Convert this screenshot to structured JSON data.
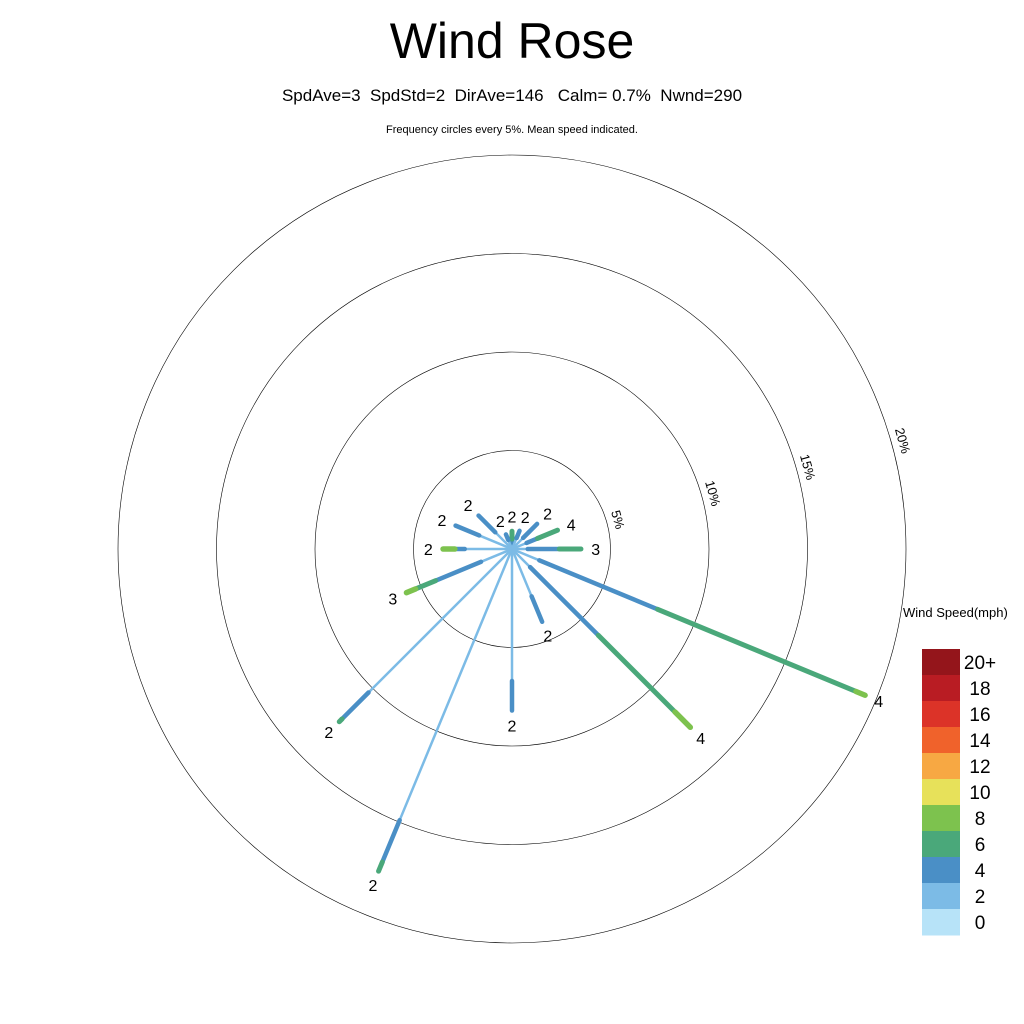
{
  "chart_data": {
    "type": "wind-rose",
    "title": "Wind Rose",
    "subtitle": "SpdAve=3  SpdStd=2  DirAve=146   Calm= 0.7%  Nwnd=290",
    "note": "Frequency circles every 5%. Mean speed indicated.",
    "rings": [
      5,
      10,
      15,
      20
    ],
    "ring_labels": [
      "5%",
      "10%",
      "15%",
      "20%"
    ],
    "legend_title": "Wind Speed(mph)",
    "legend": [
      {
        "label": "20+",
        "color": "#94151b"
      },
      {
        "label": "18",
        "color": "#b91c23"
      },
      {
        "label": "16",
        "color": "#dc3328"
      },
      {
        "label": "14",
        "color": "#f0622b"
      },
      {
        "label": "12",
        "color": "#f7a843"
      },
      {
        "label": "10",
        "color": "#e7e15a"
      },
      {
        "label": "8",
        "color": "#7dc24e"
      },
      {
        "label": "6",
        "color": "#4aa87a"
      },
      {
        "label": "4",
        "color": "#4a8fc6"
      },
      {
        "label": "2",
        "color": "#7cbbe6"
      },
      {
        "label": "0",
        "color": "#b7e3f8"
      }
    ],
    "speed_bins": [
      "0-2",
      "2-4",
      "4-6",
      "6-8"
    ],
    "bin_colors": [
      "#7cbbe6",
      "#4a8fc6",
      "#4aa87a",
      "#7dc24e"
    ],
    "directions": [
      {
        "dir": 0,
        "segments": [
          0.3,
          0.2,
          0.4,
          0
        ],
        "mean": "2"
      },
      {
        "dir": 22.5,
        "segments": [
          0.6,
          0.4,
          0,
          0
        ],
        "mean": "2"
      },
      {
        "dir": 45,
        "segments": [
          0.8,
          1.0,
          0,
          0
        ],
        "mean": "2"
      },
      {
        "dir": 67.5,
        "segments": [
          0.8,
          0.6,
          1.1,
          0
        ],
        "mean": "4"
      },
      {
        "dir": 90,
        "segments": [
          0.8,
          1.6,
          1.1,
          0
        ],
        "mean": "3"
      },
      {
        "dir": 112.5,
        "segments": [
          1.5,
          6.5,
          10.9,
          0.5
        ],
        "mean": "4"
      },
      {
        "dir": 135,
        "segments": [
          1.3,
          4.9,
          5.5,
          1.1
        ],
        "mean": "4"
      },
      {
        "dir": 157.5,
        "segments": [
          2.6,
          1.4,
          0,
          0
        ],
        "mean": "2"
      },
      {
        "dir": 180,
        "segments": [
          6.7,
          1.5,
          0,
          0
        ],
        "mean": "2"
      },
      {
        "dir": 202.5,
        "segments": [
          14.9,
          2.3,
          0.5,
          0
        ],
        "mean": "2"
      },
      {
        "dir": 225,
        "segments": [
          10.3,
          1.9,
          0.2,
          0
        ],
        "mean": "2"
      },
      {
        "dir": 247.5,
        "segments": [
          1.7,
          2.5,
          1.1,
          0.5
        ],
        "mean": "3"
      },
      {
        "dir": 270,
        "segments": [
          2.4,
          0.5,
          0,
          0.6
        ],
        "mean": "2"
      },
      {
        "dir": 292.5,
        "segments": [
          1.8,
          1.3,
          0,
          0
        ],
        "mean": "2"
      },
      {
        "dir": 315,
        "segments": [
          1.2,
          1.2,
          0,
          0
        ],
        "mean": "2"
      },
      {
        "dir": 337.5,
        "segments": [
          0.5,
          0.3,
          0,
          0
        ],
        "mean": "2"
      }
    ]
  }
}
